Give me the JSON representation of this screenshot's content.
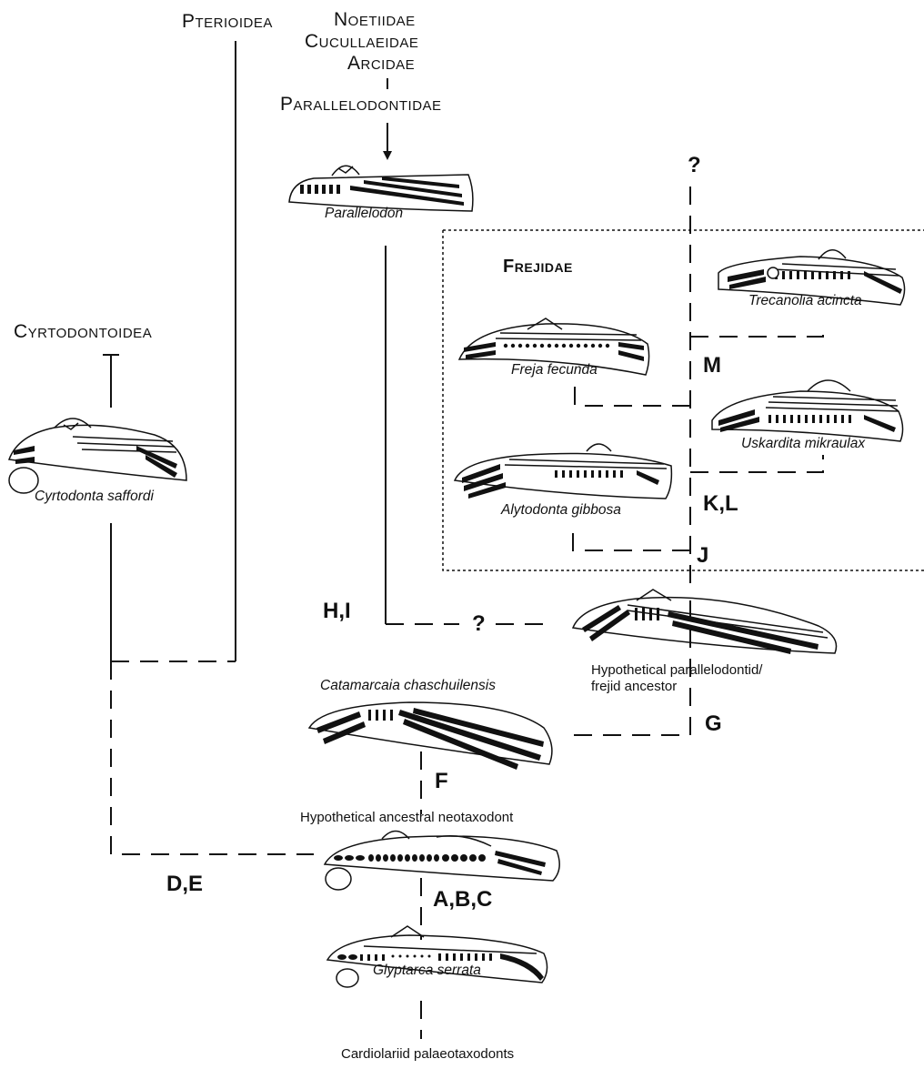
{
  "taxa": {
    "pterioidea": "Pterioidea",
    "noetiidae": "Noetiidae",
    "cucullaeidae": "Cucullaeidae",
    "arcidae": "Arcidae",
    "parallelodontidae": "Parallelodontidae",
    "cyrtodontoidea": "Cyrtodontoidea",
    "frejidae": "Frejidae"
  },
  "species": {
    "parallelodon": "Parallelodon",
    "cyrtodonta_saffordi": "Cyrtodonta saffordi",
    "trecanolia_acincta": "Trecanolia acincta",
    "freja_fecunda": "Freja fecunda",
    "uskardita_mikraulax": "Uskardita mikraulax",
    "alytodonta_gibbosa": "Alytodonta gibbosa",
    "catamarcaia_chaschuilensis": "Catamarcaia chaschuilensis",
    "glyptarca_serrata": "Glyptarca serrata"
  },
  "notes": {
    "hyp_parallelodontid_line1": "Hypothetical parallelodontid/",
    "hyp_parallelodontid_line2": "frejid ancestor",
    "hyp_neotaxodont": "Hypothetical ancestral neotaxodont",
    "cardiolariid": "Cardiolariid palaeotaxodonts"
  },
  "characters": {
    "abc": "A,B,C",
    "de": "D,E",
    "f": "F",
    "g": "G",
    "hi": "H,I",
    "j": "J",
    "kl": "K,L",
    "m": "M",
    "question_top": "?",
    "question_mid": "?"
  }
}
